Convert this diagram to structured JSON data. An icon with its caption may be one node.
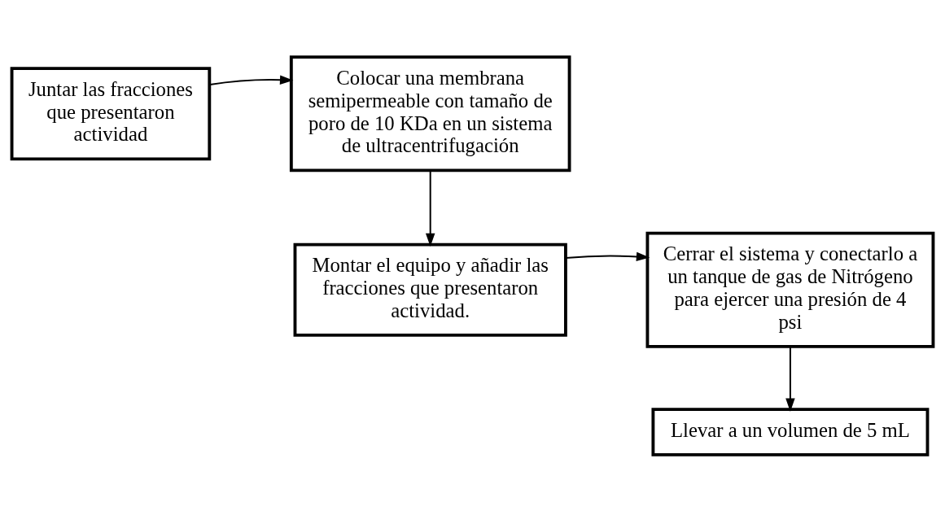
{
  "diagram": {
    "nodes": [
      {
        "text": [
          "Juntar las fracciones que presentaron actividad"
        ]
      },
      {
        "text": [
          "Colocar una membrana semipermeable con tamaño de poro de 10 KDa en un sistema de ultracentrifugación"
        ]
      },
      {
        "text": [
          "Montar el equipo y añadir las fracciones que presentaron actividad."
        ]
      },
      {
        "text": [
          "Cerrar el sistema y conectarlo a un tanque de gas de Nitrógeno para ejercer una presión de 4 psi"
        ]
      },
      {
        "text": [
          "Llevar a un volumen de 5 mL"
        ]
      }
    ],
    "edges": [
      {
        "from": 0,
        "to": 1,
        "arrow": "to"
      },
      {
        "from": 1,
        "to": 2,
        "arrow": "to"
      },
      {
        "from": 2,
        "to": 3,
        "arrow": "to"
      },
      {
        "from": 3,
        "to": 4,
        "arrow": "to"
      }
    ]
  }
}
